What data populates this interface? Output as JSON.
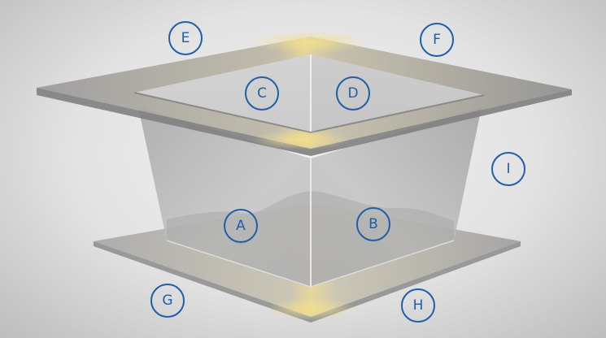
{
  "callouts": [
    {
      "id": "A",
      "label": "A"
    },
    {
      "id": "B",
      "label": "B"
    },
    {
      "id": "C",
      "label": "C"
    },
    {
      "id": "D",
      "label": "D"
    },
    {
      "id": "E",
      "label": "E"
    },
    {
      "id": "F",
      "label": "F"
    },
    {
      "id": "G",
      "label": "G"
    },
    {
      "id": "H",
      "label": "H"
    },
    {
      "id": "I",
      "label": "I"
    }
  ],
  "colors": {
    "callout_stroke": "#1f5fa8",
    "glass": "#b5b5b5",
    "highlight": "#e8d48a",
    "background": "#e8e8e8"
  }
}
